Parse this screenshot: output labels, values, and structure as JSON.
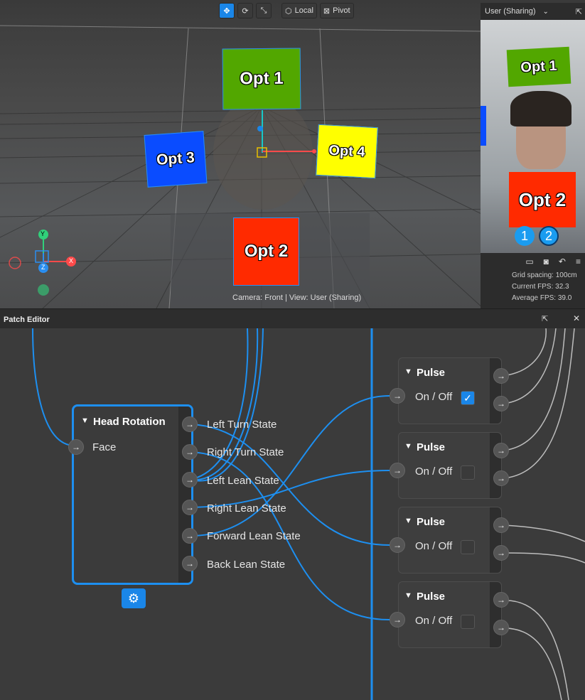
{
  "toolbar": {
    "local_label": "Local",
    "pivot_label": "Pivot"
  },
  "scene": {
    "opt1": "Opt 1",
    "opt2": "Opt 2",
    "opt3": "Opt 3",
    "opt4": "Opt 4",
    "camera_label": "Camera: Front | View: User (Sharing)",
    "axis_x": "X",
    "axis_y": "Y",
    "axis_z": "Z"
  },
  "preview": {
    "title": "User (Sharing)",
    "opt1": "Opt 1",
    "opt2": "Opt 2",
    "badge1": "1",
    "badge2": "2"
  },
  "stats": {
    "grid_label": "Grid spacing:",
    "grid_value": "100cm",
    "fps_label": "Current FPS:",
    "fps_value": "32.3",
    "avg_label": "Average FPS:",
    "avg_value": "39.0"
  },
  "editor": {
    "title": "Patch Editor"
  },
  "head_rotation": {
    "title": "Head Rotation",
    "input": "Face",
    "outputs": [
      "Left Turn State",
      "Right Turn State",
      "Left Lean State",
      "Right Lean State",
      "Forward Lean State",
      "Back Lean State"
    ]
  },
  "pulses": [
    {
      "title": "Pulse",
      "label": "On / Off",
      "checked": true
    },
    {
      "title": "Pulse",
      "label": "On / Off",
      "checked": false
    },
    {
      "title": "Pulse",
      "label": "On / Off",
      "checked": false
    },
    {
      "title": "Pulse",
      "label": "On / Off",
      "checked": false
    }
  ],
  "colors": {
    "accent": "#1a86e8",
    "opt1": "#52a700",
    "opt2": "#ff2a00",
    "opt3": "#0a4cff",
    "opt4": "#ffff00"
  }
}
